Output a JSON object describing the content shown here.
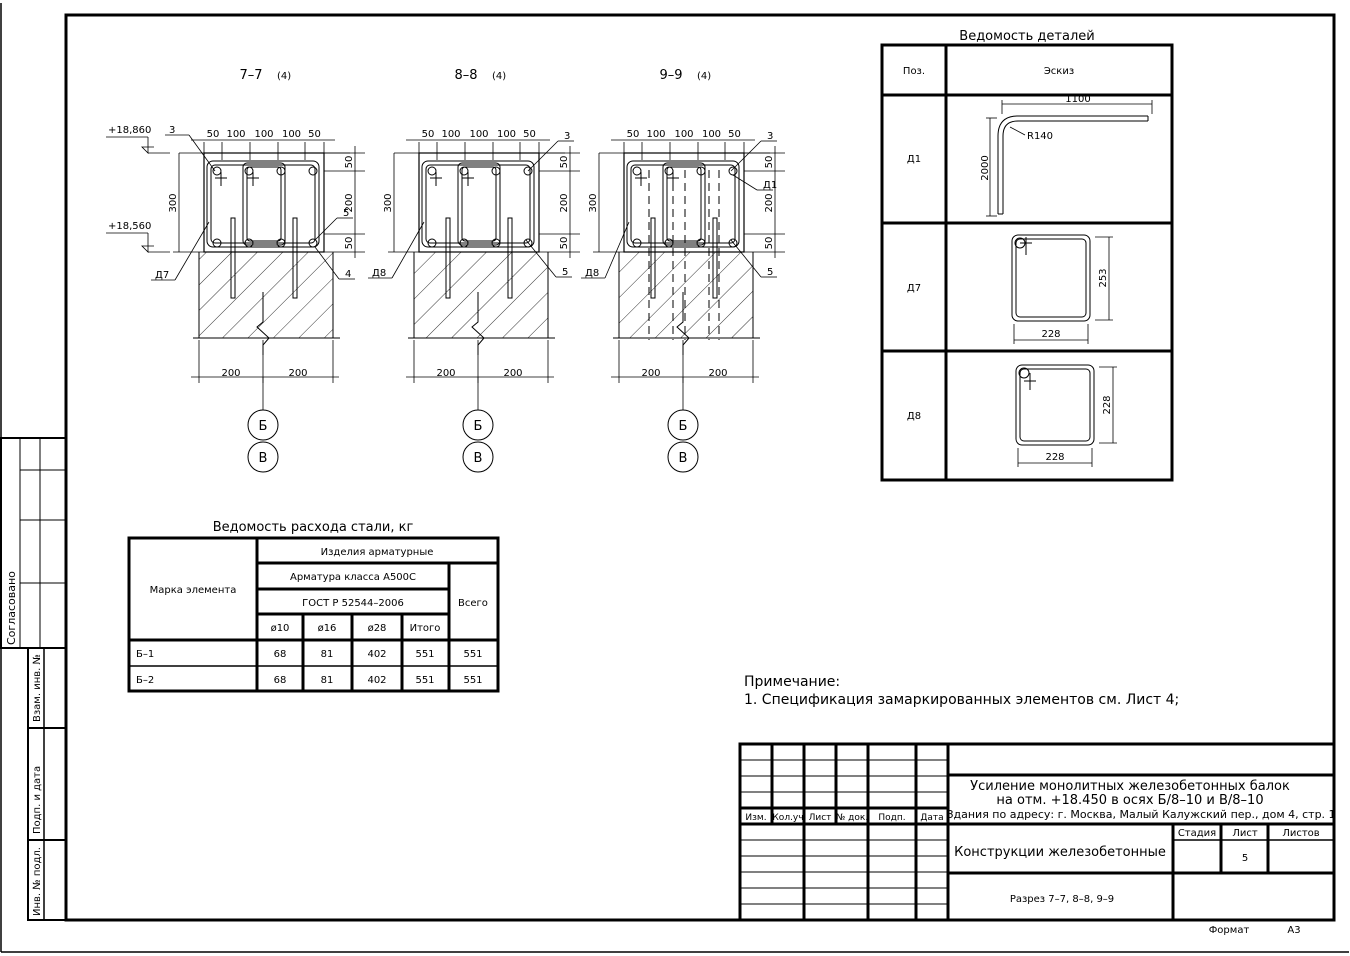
{
  "sections": [
    {
      "title": "7–7",
      "ref": "(4)",
      "elev_top": "+18,860",
      "elev_bottom": "+18,560",
      "dims_top": [
        "50",
        "100",
        "100",
        "100",
        "50"
      ],
      "height": "300",
      "dims_right": [
        "50",
        "200",
        "50"
      ],
      "dims_bottom": [
        "200",
        "200"
      ],
      "callouts": [
        "3",
        "5",
        "4",
        "Д7"
      ],
      "axes": [
        "Б",
        "В"
      ]
    },
    {
      "title": "8–8",
      "ref": "(4)",
      "dims_top": [
        "50",
        "100",
        "100",
        "100",
        "50"
      ],
      "height": "300",
      "dims_right": [
        "50",
        "200",
        "50"
      ],
      "dims_bottom": [
        "200",
        "200"
      ],
      "callouts": [
        "3",
        "5",
        "Д8"
      ],
      "axes": [
        "Б",
        "В"
      ]
    },
    {
      "title": "9–9",
      "ref": "(4)",
      "dims_top": [
        "50",
        "100",
        "100",
        "100",
        "50"
      ],
      "height": "300",
      "dims_right": [
        "50",
        "200",
        "50"
      ],
      "dims_bottom": [
        "200",
        "200"
      ],
      "callouts": [
        "3",
        "Д1",
        "5",
        "Д8"
      ],
      "axes": [
        "Б",
        "В"
      ]
    }
  ],
  "details": {
    "title": "Ведомость деталей",
    "col_pos": "Поз.",
    "col_sketch": "Эскиз",
    "rows": [
      {
        "pos": "Д1",
        "dims": [
          "1100",
          "R140",
          "2000"
        ]
      },
      {
        "pos": "Д7",
        "dims": [
          "253",
          "228"
        ]
      },
      {
        "pos": "Д8",
        "dims": [
          "228",
          "228"
        ]
      }
    ]
  },
  "steel": {
    "title": "Ведомость расхода стали, кг",
    "col_mark": "Марка элемента",
    "group": "Изделия арматурные",
    "class": "Арматура класса А500С",
    "gost": "ГОСТ Р 52544–2006",
    "total": "Всего",
    "subcols": [
      "ø10",
      "ø16",
      "ø28",
      "Итого"
    ],
    "rows": [
      {
        "mark": "Б–1",
        "values": [
          "68",
          "81",
          "402",
          "551",
          "551"
        ]
      },
      {
        "mark": "Б–2",
        "values": [
          "68",
          "81",
          "402",
          "551",
          "551"
        ]
      }
    ]
  },
  "note": {
    "title": "Примечание:",
    "line1": "1. Спецификация замаркированных элементов см. Лист 4;"
  },
  "stamp": {
    "headers": [
      "Изм.",
      "Кол.уч",
      "Лист",
      "№ док.",
      "Подп.",
      "Дата"
    ],
    "title_line1": "Усиление монолитных железобетонных балок",
    "title_line2": "на отм. +18.450 в осях Б/8–10 и В/8–10",
    "title_line3": "Здания по адресу: г. Москва, Малый Калужский пер., дом 4, стр. 1",
    "stage_label": "Стадия",
    "sheet_label": "Лист",
    "sheets_label": "Листов",
    "sheet_value": "5",
    "section_name": "Конструкции железобетонные",
    "drawing_name": "Разрез 7–7, 8–8, 9–9",
    "format_label": "Формат",
    "format_value": "А3"
  },
  "side": {
    "agreed": "Согласовано",
    "vzam": "Взам. инв. №",
    "podp": "Подп. и дата",
    "inv": "Инв. № подл."
  }
}
